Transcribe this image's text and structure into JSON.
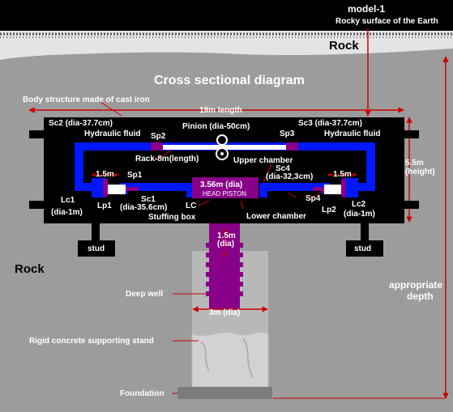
{
  "header": {
    "model": "model-1",
    "rocky_surface": "Rocky surface of the Earth",
    "rock_top": "Rock",
    "title": "Cross sectional diagram",
    "body_structure": "Body structure made of cast iron",
    "length": "19m length"
  },
  "machine": {
    "sc2": "Sc2 (dia-37.7cm)",
    "sc3": "Sc3 (dia-37.7cm)",
    "hydraulic_fluid_left": "Hydraulic fluid",
    "hydraulic_fluid_right": "Hydraulic fluid",
    "sp2": "Sp2",
    "sp3": "Sp3",
    "pinion": "Pinion (dia-50cm)",
    "rack": "Rack-8m(length)",
    "upper_chamber": "Upper chamber",
    "sc4": "Sc4",
    "sc4_dia": "(dia-32,3cm)",
    "dim_left": "1.5m",
    "dim_right": "1.5m",
    "sp1": "Sp1",
    "sp4": "Sp4",
    "head_piston_dia": "3.56m (dia)",
    "head_piston": "HEAD PISTON",
    "lc1": "Lc1",
    "lc1_dia": "(dia-1m)",
    "lp1": "Lp1",
    "sc1": "Sc1",
    "sc1_dia": "(dia-35.6cm)",
    "lc": "LC",
    "lp2": "Lp2",
    "lc2": "Lc2",
    "lc2_dia": "(dia-1m)",
    "stuffing_box": "Stuffing box",
    "lower_chamber": "Lower chamber",
    "height": "5.5m",
    "height_label": "(height)",
    "stud_left": "stud",
    "stud_right": "stud"
  },
  "ground": {
    "rock_left": "Rock",
    "shaft_dia": "1.5m",
    "shaft_dia_label": "(dia)",
    "deep_well": "Deep well",
    "appropriate": "appropriate",
    "depth": "depth",
    "well_dia": "3m (dia)",
    "rigid_stand": "Rigid concrete supporting stand",
    "foundation": "Foundation"
  },
  "colors": {
    "background": "#9c9c9c",
    "body": "#000000",
    "hydraulic": "#0018ff",
    "piston": "#880088",
    "dimension": "#cc0000",
    "concrete": "#c8c8c8"
  }
}
